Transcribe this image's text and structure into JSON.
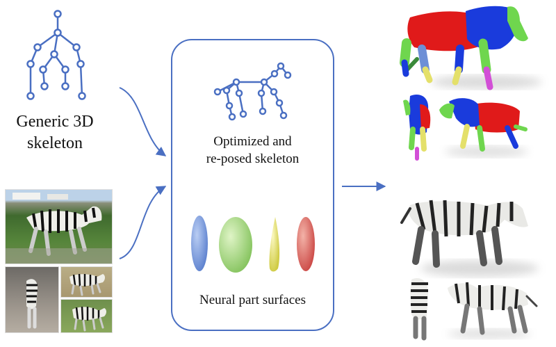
{
  "labels": {
    "generic_line1": "Generic 3D",
    "generic_line2": "skeleton",
    "optimized_line1": "Optimized and",
    "optimized_line2": "re-posed skeleton",
    "neural": "Neural part surfaces"
  },
  "colors": {
    "skeleton": "#4a6fc2",
    "part_blue": "#6d8fd6",
    "part_green": "#9fd37a",
    "part_yellow": "#e4e06a",
    "part_red": "#d9625e",
    "model_red": "#e01a1a",
    "model_blue": "#1a3bdc",
    "model_green": "#6fd64e",
    "model_magenta": "#d24fd6"
  },
  "icons": [
    "generic-skeleton-icon",
    "optimized-skeleton-icon",
    "arrow-icon",
    "zebra-photo",
    "zebra-3d-model"
  ]
}
